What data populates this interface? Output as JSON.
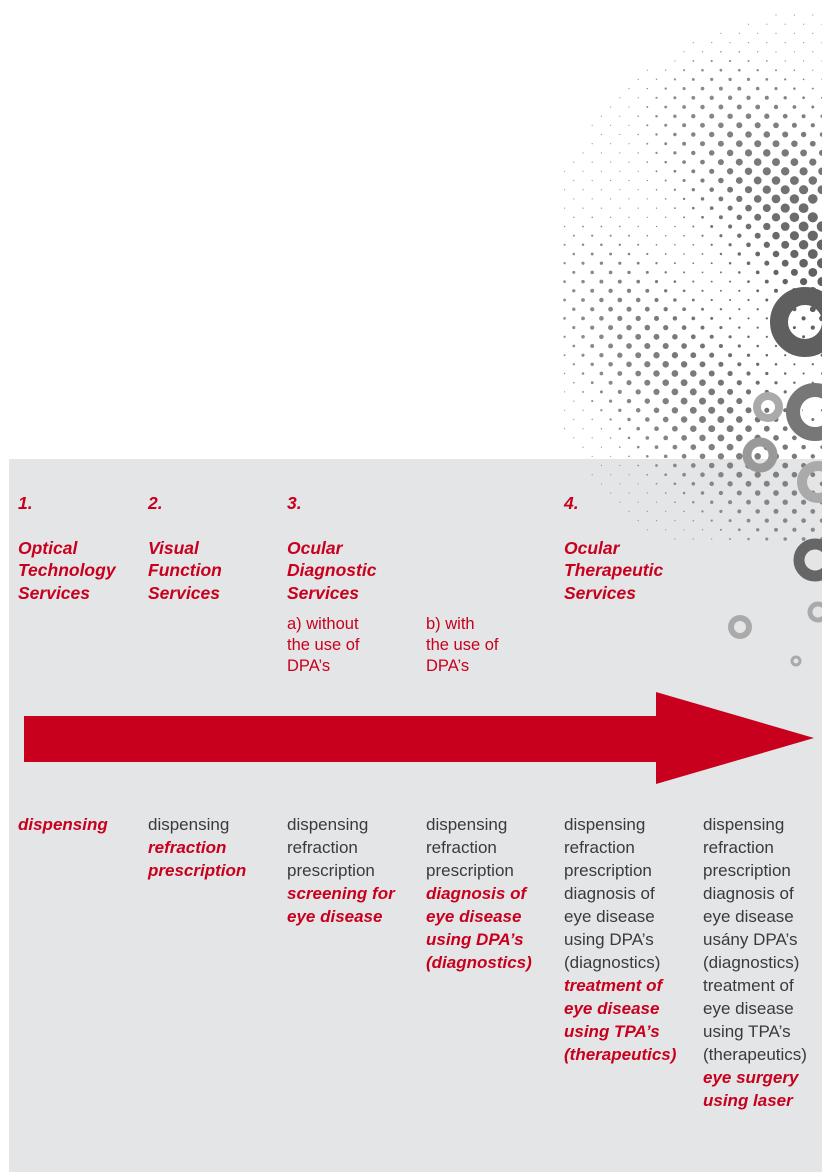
{
  "services": [
    {
      "number": "1.",
      "name": "Optical\nTechnology\nServices"
    },
    {
      "number": "2.",
      "name": "Visual\nFunction\nServices"
    },
    {
      "number": "3.",
      "name": "Ocular\nDiagnostic\nServices"
    },
    {
      "number": "4.",
      "name": "Ocular\nTherapeutic\nServices"
    }
  ],
  "subcategories": {
    "a": "a) without\nthe use of\nDPA’s",
    "b": "b) with\nthe use of\nDPA’s"
  },
  "columns": [
    {
      "plain": "",
      "highlight": "dispensing"
    },
    {
      "plain": "dispensing",
      "highlight": "refraction\nprescription"
    },
    {
      "plain": "dispensing\nrefraction\nprescription",
      "highlight": "screening for\neye disease"
    },
    {
      "plain": "dispensing\nrefraction\nprescription",
      "highlight": "diagnosis of\neye disease\nusing DPA’s\n(diagnostics)"
    },
    {
      "plain": "dispensing\nrefraction\nprescription\ndiagnosis of\neye disease\nusing DPA’s\n(diagnostics)",
      "highlight": "treatment of\neye disease\nusing TPA’s\n(therapeutics)"
    },
    {
      "plain": "dispensing\nrefraction\nprescription\ndiagnosis of\neye disease\nusány DPA’s\n(diagnostics)\ntreatment of\neye disease\nusing TPA’s\n(therapeutics)",
      "highlight": "eye surgery\nusing laser"
    }
  ],
  "colors": {
    "accent": "#c8001e",
    "panel": "#e4e5e6",
    "text": "#3a3a3a",
    "halftone": "#6f6f6f"
  }
}
